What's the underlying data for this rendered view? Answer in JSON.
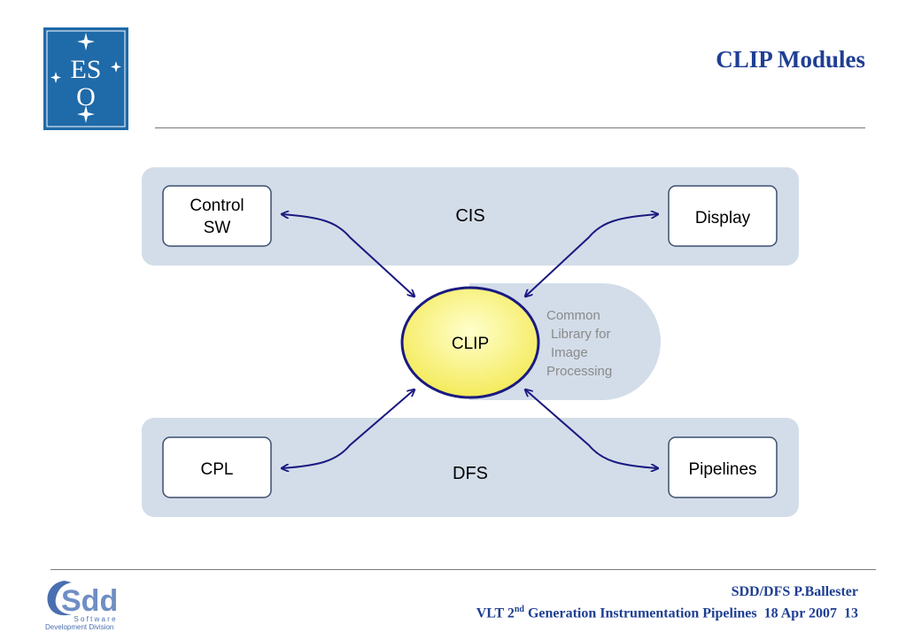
{
  "slide": {
    "title": "CLIP Modules"
  },
  "eso_logo": {
    "letters_top": "ES",
    "letter_bottom": "O",
    "background_color": "#1f6aa8"
  },
  "diagram": {
    "top_band_label": "CIS",
    "bottom_band_label": "DFS",
    "center": {
      "label": "CLIP",
      "description_lines": [
        "Common",
        "Library for",
        "Image",
        "Processing"
      ]
    },
    "boxes": {
      "control_sw": [
        "Control",
        "SW"
      ],
      "display": "Display",
      "cpl": "CPL",
      "pipelines": "Pipelines"
    },
    "colors": {
      "band": "#d3dde9",
      "arrow": "#1a1a80",
      "center_fill": "#ffff99",
      "center_stroke": "#1a1a80",
      "box_stroke": "#3a4f6f",
      "description_text": "#8a8a8a"
    }
  },
  "footer": {
    "author": "SDD/DFS P.Ballester",
    "line2_prefix": "VLT 2",
    "line2_sup": "nd",
    "line2_suffix": " Generation Instrumentation Pipelines  18 Apr 2007  13",
    "sdd_logo": {
      "letters": "Sdd",
      "software": "S o f t w a r e",
      "division": "Development Division"
    }
  }
}
